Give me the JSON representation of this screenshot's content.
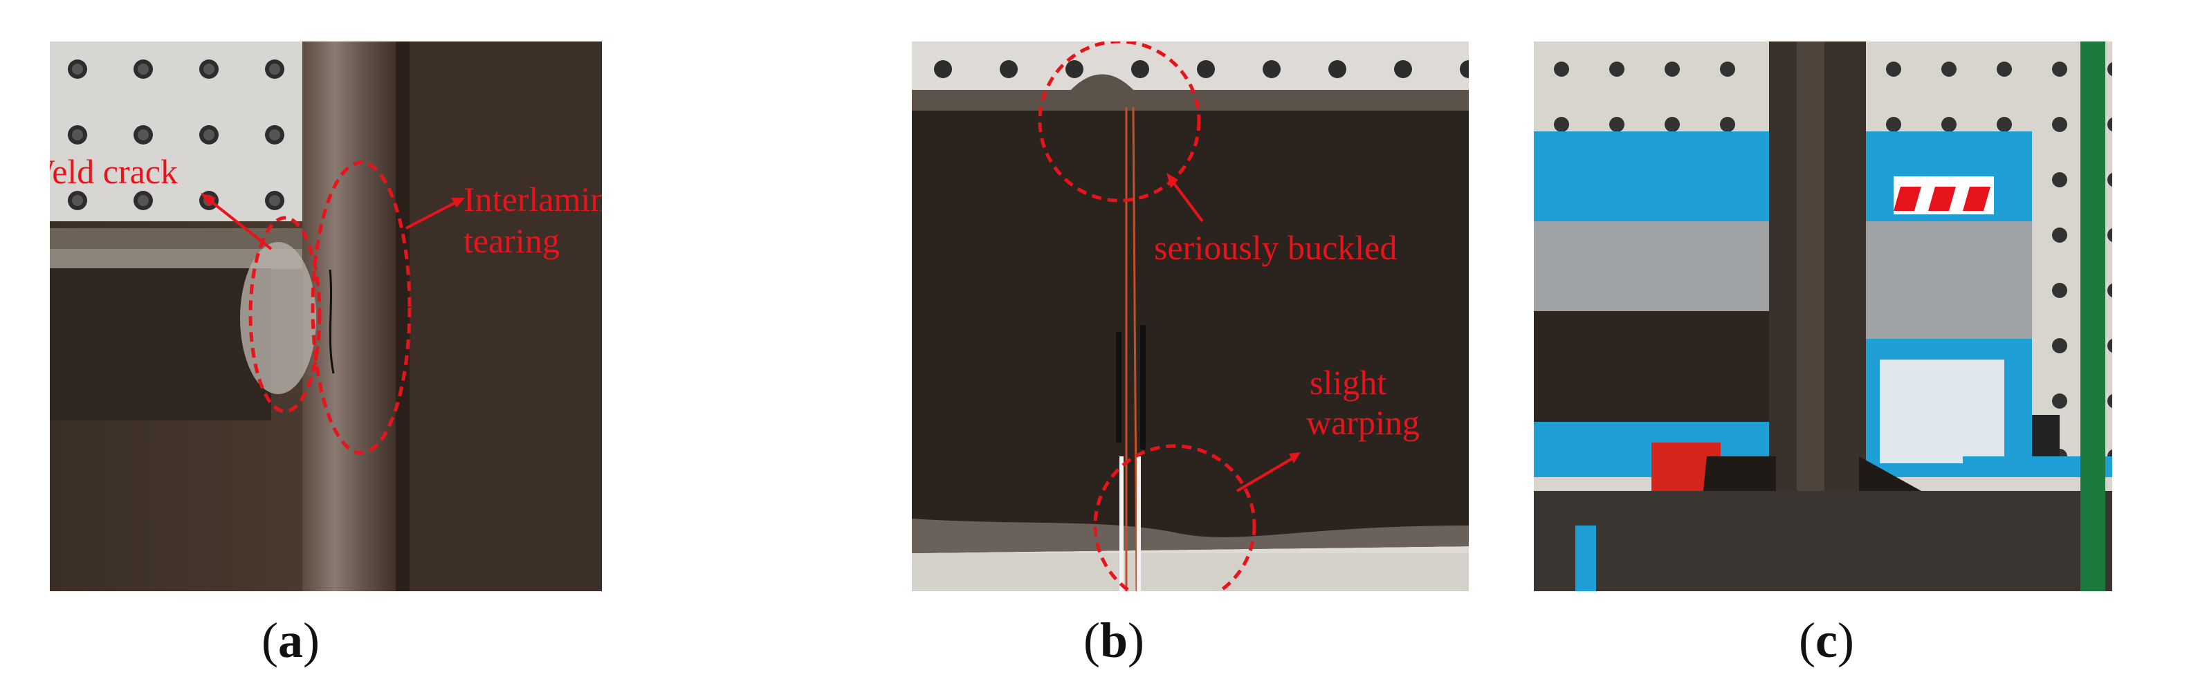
{
  "panels": [
    {
      "id": "a",
      "caption_open": "(",
      "caption_letter": "a",
      "caption_close": ")",
      "annotations": [
        "Weld crack",
        "Interlaminar",
        "tearing"
      ]
    },
    {
      "id": "b",
      "caption_open": "(",
      "caption_letter": "b",
      "caption_close": ")",
      "annotations": [
        "seriously buckled",
        "slight",
        "warping"
      ]
    },
    {
      "id": "c",
      "caption_open": "(",
      "caption_letter": "c",
      "caption_close": ")",
      "annotations": []
    }
  ],
  "colors": {
    "annotation": "#e8141c",
    "caption": "#111111",
    "steel_dark": "#2b231d",
    "concrete": "#d9d6d0",
    "lift_blue": "#1f9fd6"
  }
}
